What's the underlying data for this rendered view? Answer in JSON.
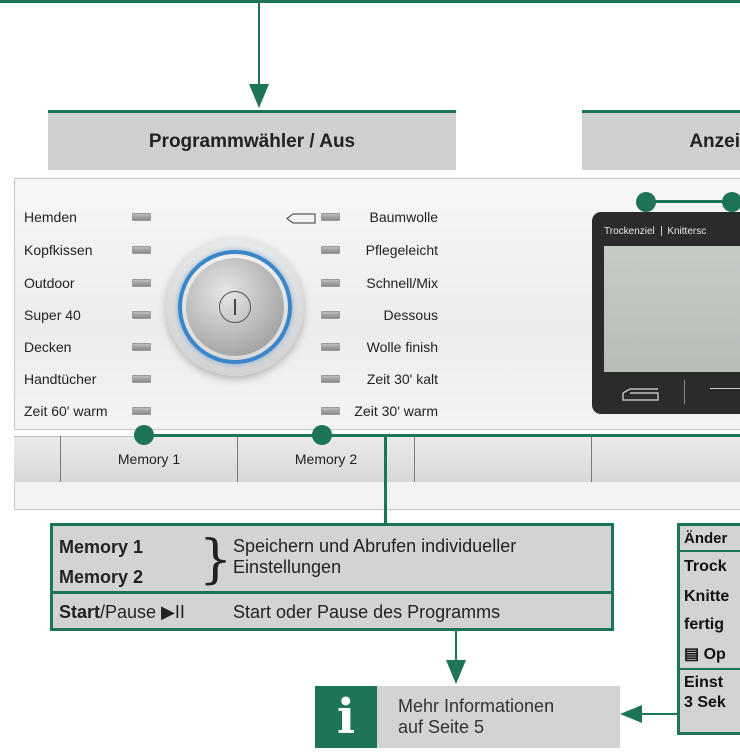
{
  "headers": {
    "program_selector": "Programmwähler / Aus",
    "display": "Anzei"
  },
  "left_programs": [
    "Hemden",
    "Kopfkissen",
    "Outdoor",
    "Super 40",
    "Decken",
    "Handtücher",
    "Zeit 60' warm"
  ],
  "right_programs": [
    "Baumwolle",
    "Pflegeleicht",
    "Schnell/Mix",
    "Dessous",
    "Wolle finish",
    "Zeit 30' kalt",
    "Zeit 30' warm"
  ],
  "display_panel": {
    "top_left": "Trockenziel",
    "top_right": "Knittersc"
  },
  "buttons": [
    "Memory 1",
    "Memory 2"
  ],
  "info_table": {
    "memory1": "Memory 1",
    "memory2": "Memory 2",
    "memory_desc_line1": "Speichern und Abrufen individueller",
    "memory_desc_line2": "Einstellungen",
    "start_bold": "Start",
    "start_rest": "/Pause ▶II",
    "start_desc": "Start oder Pause des Programms"
  },
  "info_note": {
    "icon": "info-icon",
    "line1": "Mehr Informationen",
    "line2": "auf Seite 5"
  },
  "right_box": [
    "Änder",
    "Trock",
    "Knitte",
    "fertig",
    "▤ Op",
    "Einst",
    "3 Sek"
  ],
  "colors": {
    "accent_green": "#1d7555",
    "knob_ring_blue": "#3a86c8",
    "label_bg": "#d3d3d3"
  }
}
